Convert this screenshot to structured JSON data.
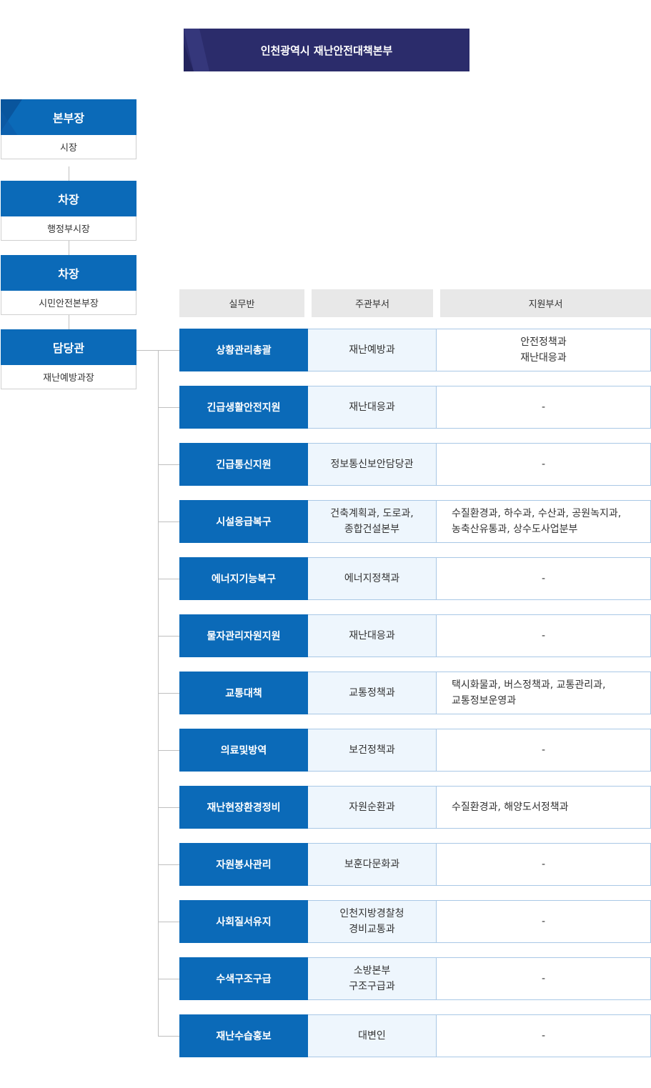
{
  "title": "인천광역시 재난안전대책본부",
  "chain": [
    {
      "role": "본부장",
      "person": "시장"
    },
    {
      "role": "차장",
      "person": "행정부시장"
    },
    {
      "role": "차장",
      "person": "시민안전본부장"
    },
    {
      "role": "담당관",
      "person": "재난예방과장"
    }
  ],
  "columns": [
    "실무반",
    "주관부서",
    "지원부서"
  ],
  "rows": [
    {
      "team": "상황관리총괄",
      "lead": "재난예방과",
      "support": "안전정책과\n재난대응과",
      "align": "center"
    },
    {
      "team": "긴급생활안전지원",
      "lead": "재난대응과",
      "support": "-",
      "align": "center"
    },
    {
      "team": "긴급통신지원",
      "lead": "정보통신보안담당관",
      "support": "-",
      "align": "center"
    },
    {
      "team": "시설응급복구",
      "lead": "건축계획과, 도로과,\n종합건설본부",
      "support": "수질환경과, 하수과, 수산과, 공원녹지과,\n농축산유통과, 상수도사업분부",
      "align": "left"
    },
    {
      "team": "에너지기능복구",
      "lead": "에너지정책과",
      "support": "-",
      "align": "center"
    },
    {
      "team": "물자관리자원지원",
      "lead": "재난대응과",
      "support": "-",
      "align": "center"
    },
    {
      "team": "교통대책",
      "lead": "교통정책과",
      "support": "택시화물과, 버스정책과, 교통관리과,\n교통정보운영과",
      "align": "left"
    },
    {
      "team": "의료및방역",
      "lead": "보건정책과",
      "support": "-",
      "align": "center"
    },
    {
      "team": "재난현장환경정비",
      "lead": "자원순환과",
      "support": "수질환경과, 해양도서정책과",
      "align": "left"
    },
    {
      "team": "자원봉사관리",
      "lead": "보훈다문화과",
      "support": "-",
      "align": "center"
    },
    {
      "team": "사회질서유지",
      "lead": "인천지방경찰청\n경비교통과",
      "support": "-",
      "align": "center"
    },
    {
      "team": "수색구조구급",
      "lead": "소방본부\n구조구급과",
      "support": "-",
      "align": "center"
    },
    {
      "team": "재난수습홍보",
      "lead": "대변인",
      "support": "-",
      "align": "center"
    }
  ],
  "colors": {
    "navy": "#2b2c6b",
    "blue": "#0b6ab8",
    "light_blue": "#eef6fd",
    "border": "#a9c8e6"
  }
}
